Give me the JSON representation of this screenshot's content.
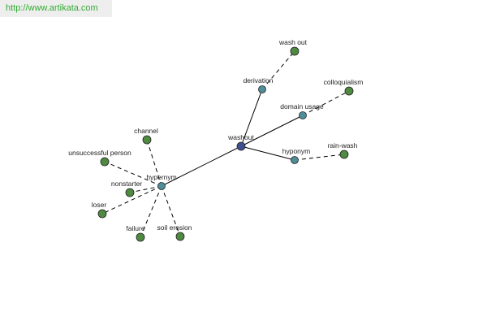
{
  "header": {
    "url": "http://www.artikata.com"
  },
  "colors": {
    "center": "#3f4f8f",
    "relation": "#4e8d99",
    "term": "#4e8a3f",
    "url_text": "#33aa33",
    "banner_bg": "#eeeeee",
    "edge": "#000000"
  },
  "graph": {
    "nodes": [
      {
        "id": "washout",
        "label": "washout",
        "kind": "center"
      },
      {
        "id": "derivation",
        "label": "derivation",
        "kind": "relation"
      },
      {
        "id": "domain-usage",
        "label": "domain usage",
        "kind": "relation"
      },
      {
        "id": "hyponym",
        "label": "hyponym",
        "kind": "relation"
      },
      {
        "id": "hypernym",
        "label": "hypernym",
        "kind": "relation"
      },
      {
        "id": "wash-out",
        "label": "wash out",
        "kind": "term"
      },
      {
        "id": "colloquialism",
        "label": "colloquialism",
        "kind": "term"
      },
      {
        "id": "rain-wash",
        "label": "rain-wash",
        "kind": "term"
      },
      {
        "id": "channel",
        "label": "channel",
        "kind": "term"
      },
      {
        "id": "unsuccessful-person",
        "label": "unsuccessful person",
        "kind": "term"
      },
      {
        "id": "nonstarter",
        "label": "nonstarter",
        "kind": "term"
      },
      {
        "id": "loser",
        "label": "loser",
        "kind": "term"
      },
      {
        "id": "failure",
        "label": "failure",
        "kind": "term"
      },
      {
        "id": "soil-erosion",
        "label": "soil erosion",
        "kind": "term"
      }
    ],
    "edges": [
      {
        "from": "washout",
        "to": "derivation",
        "style": "solid"
      },
      {
        "from": "washout",
        "to": "domain-usage",
        "style": "solid"
      },
      {
        "from": "washout",
        "to": "hyponym",
        "style": "solid"
      },
      {
        "from": "washout",
        "to": "hypernym",
        "style": "solid"
      },
      {
        "from": "derivation",
        "to": "wash-out",
        "style": "dashed"
      },
      {
        "from": "domain-usage",
        "to": "colloquialism",
        "style": "dashed"
      },
      {
        "from": "hyponym",
        "to": "rain-wash",
        "style": "dashed"
      },
      {
        "from": "hypernym",
        "to": "channel",
        "style": "dashed"
      },
      {
        "from": "hypernym",
        "to": "unsuccessful-person",
        "style": "dashed"
      },
      {
        "from": "hypernym",
        "to": "nonstarter",
        "style": "dashed"
      },
      {
        "from": "hypernym",
        "to": "loser",
        "style": "dashed"
      },
      {
        "from": "hypernym",
        "to": "failure",
        "style": "dashed"
      },
      {
        "from": "hypernym",
        "to": "soil-erosion",
        "style": "dashed"
      }
    ]
  }
}
